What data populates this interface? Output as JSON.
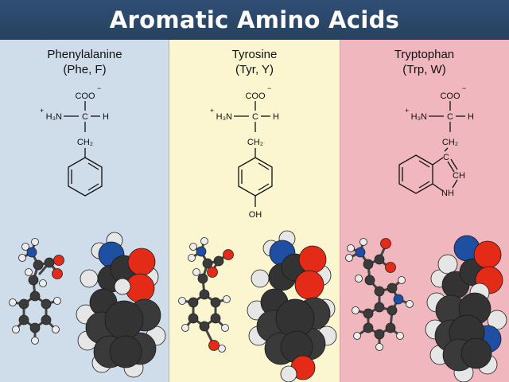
{
  "title": "Aromatic Amino Acids",
  "colors": {
    "header": "#2f4e74",
    "phe_bg": "#cfdcea",
    "tyr_bg": "#fbf6cf",
    "trp_bg": "#f1b7be",
    "oxygen": "#e32b17",
    "nitrogen": "#1e4fa3",
    "carbon": "#3b3b3b",
    "hydrogen": "#ececec"
  },
  "panels": [
    {
      "name": "Phenylalanine",
      "abbr": "(Phe, F)",
      "labels": {
        "carboxylate": "COO",
        "minus": "−",
        "amine_plus": "+",
        "amine": "H₃N",
        "h": "H",
        "c": "C",
        "ch2": "CH₂"
      }
    },
    {
      "name": "Tyrosine",
      "abbr": "(Tyr, Y)",
      "labels": {
        "carboxylate": "COO",
        "minus": "−",
        "amine_plus": "+",
        "amine": "H₃N",
        "h": "H",
        "c": "C",
        "ch2": "CH₂",
        "oh": "OH"
      }
    },
    {
      "name": "Tryptophan",
      "abbr": "(Trp, W)",
      "labels": {
        "carboxylate": "COO",
        "minus": "−",
        "amine_plus": "+",
        "amine": "H₃N",
        "h": "H",
        "c": "C",
        "ch2": "CH₂",
        "ring_c": "C",
        "ch": "CH",
        "nh": "NH"
      }
    }
  ]
}
